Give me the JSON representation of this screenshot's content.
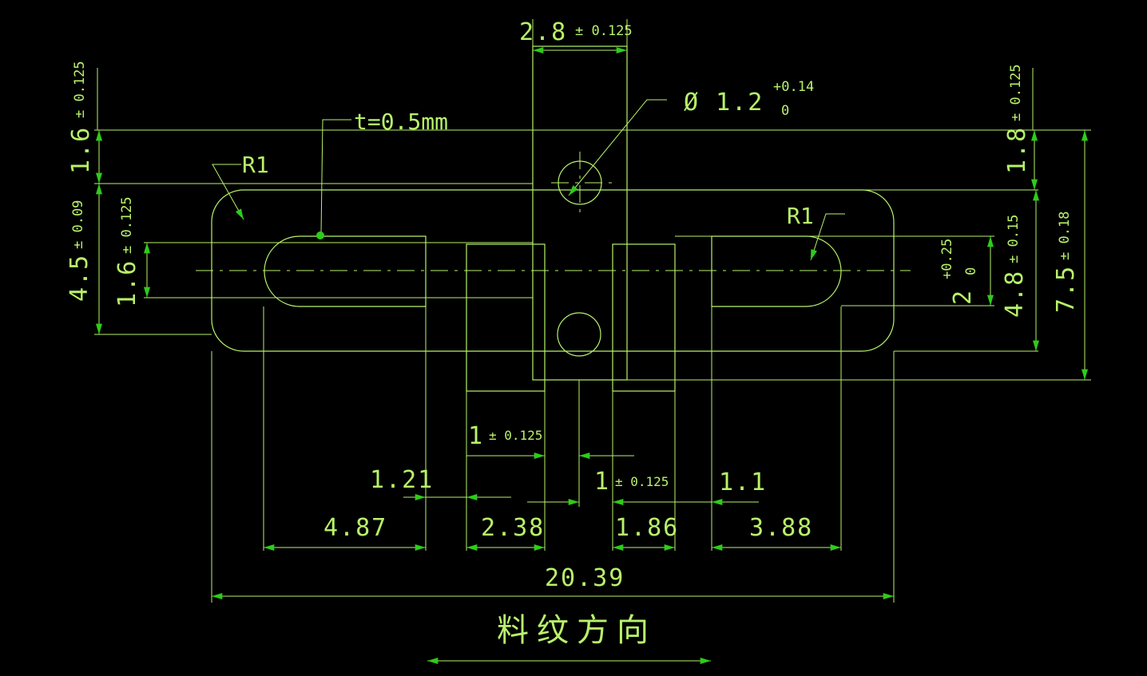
{
  "colors": {
    "background": "#000000",
    "line": "#b8f26a",
    "arrow": "#2ecc1a"
  },
  "labels": {
    "top_width_value": "2.8",
    "top_width_tol": "± 0.125",
    "hole_dia_value": "Ø 1.2",
    "hole_dia_tol_upper": "+0.14",
    "hole_dia_tol_lower": "0",
    "thickness": "t=0.5mm",
    "radius_left": "R1",
    "radius_right": "R1",
    "left_top_value": "1.6",
    "left_top_tol": "± 0.125",
    "left_mid_value": "4.5",
    "left_mid_tol": "± 0.09",
    "left_slot_value": "1.6",
    "left_slot_tol": "± 0.125",
    "right_top_value": "1.8",
    "right_top_tol": "± 0.125",
    "right_slot_value": "2",
    "right_slot_tol_upper": "+0.25",
    "right_slot_tol_lower": "0",
    "right_mid_value": "4.8",
    "right_mid_tol": "± 0.15",
    "right_total_value": "7.5",
    "right_total_tol": "± 0.18",
    "dim_1a_value": "1",
    "dim_1a_tol": "± 0.125",
    "dim_1b_value": "1",
    "dim_1b_tol": "± 0.125",
    "dim_121": "1.21",
    "dim_11": "1.1",
    "dim_487": "4.87",
    "dim_238": "2.38",
    "dim_186": "1.86",
    "dim_388": "3.88",
    "dim_2039": "20.39",
    "grain_direction": "料纹方向"
  }
}
